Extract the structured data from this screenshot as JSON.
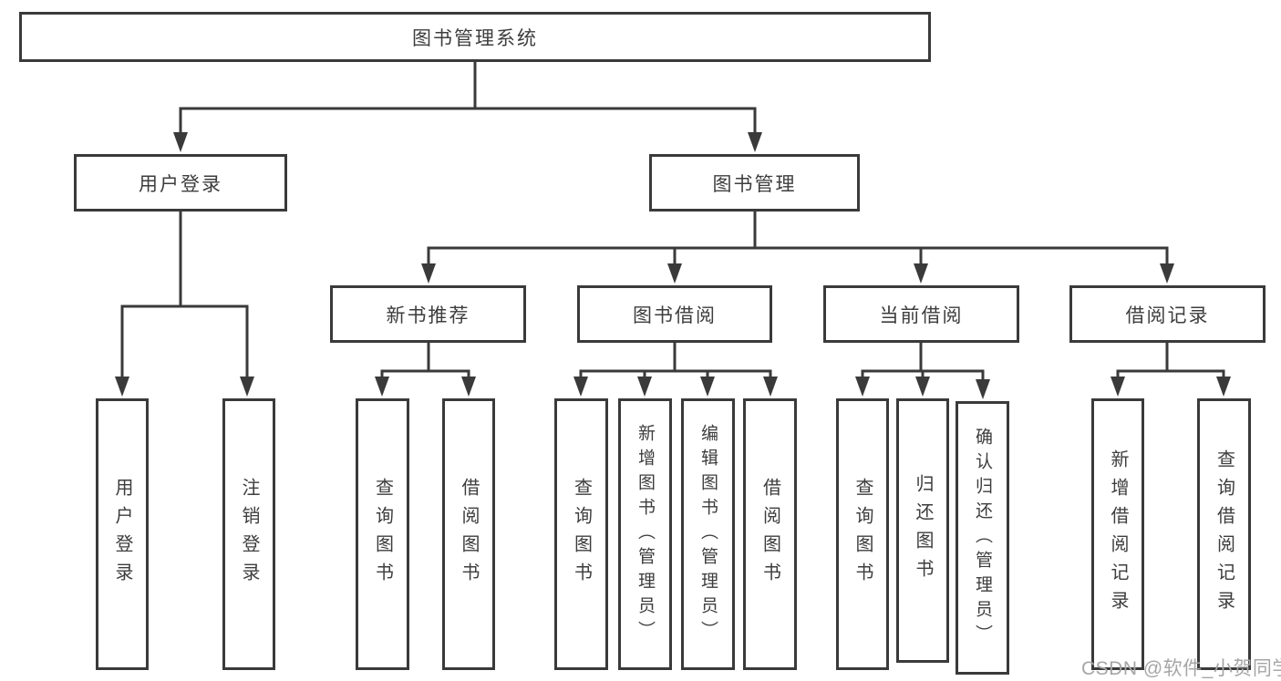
{
  "tree": {
    "label": "图书管理系统",
    "children": [
      {
        "label": "用户登录",
        "children": [
          {
            "label": "用户登录"
          },
          {
            "label": "注销登录"
          }
        ]
      },
      {
        "label": "图书管理",
        "children": [
          {
            "label": "新书推荐",
            "children": [
              {
                "label": "查询图书"
              },
              {
                "label": "借阅图书"
              }
            ]
          },
          {
            "label": "图书借阅",
            "children": [
              {
                "label": "查询图书"
              },
              {
                "label": "新增图书（管理员）"
              },
              {
                "label": "编辑图书（管理员）"
              },
              {
                "label": "借阅图书"
              }
            ]
          },
          {
            "label": "当前借阅",
            "children": [
              {
                "label": "查询图书"
              },
              {
                "label": "归还图书"
              },
              {
                "label": "确认归还（管理员）"
              }
            ]
          },
          {
            "label": "借阅记录",
            "children": [
              {
                "label": "新增借阅记录"
              },
              {
                "label": "查询借阅记录"
              }
            ]
          }
        ]
      }
    ]
  },
  "watermark": {
    "text": "CSDN @软件_小贺同学"
  },
  "colors": {
    "line": "#3a3a3a",
    "box_border": "#3a3a3a",
    "text": "#3d3d3d",
    "watermark": "#a6a6a6"
  }
}
